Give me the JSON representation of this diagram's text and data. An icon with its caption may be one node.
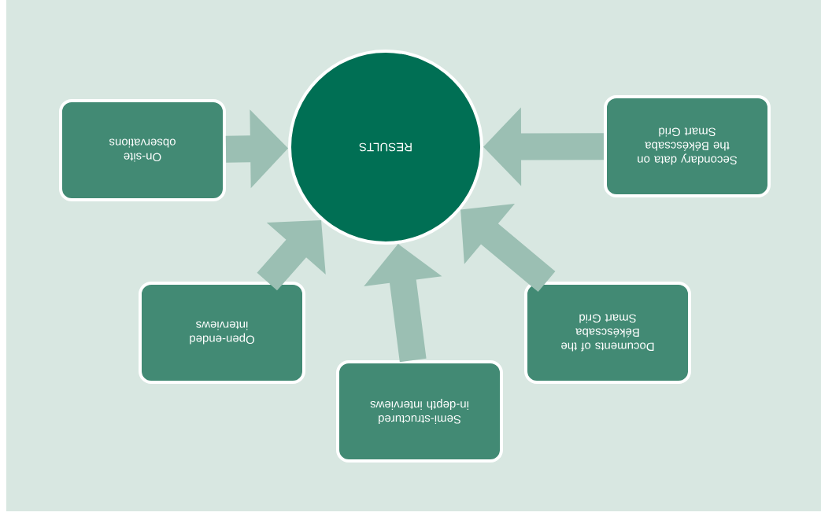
{
  "diagram": {
    "nodes": [
      {
        "text": [
          "RESULTS"
        ]
      },
      {
        "text": [
          "On-site observations"
        ]
      },
      {
        "text": [
          "Secondary data on the Békéscsaba Smart Grid"
        ]
      },
      {
        "text": [
          "Open-ended interviews"
        ]
      },
      {
        "text": [
          "Documents of the Békéscsaba Smart Grid"
        ]
      },
      {
        "text": [
          "Semi-structured in-depth interviews"
        ]
      }
    ],
    "edges": [
      {
        "from": 1,
        "to": 0,
        "arrow": "to"
      },
      {
        "from": 2,
        "to": 0,
        "arrow": "to"
      },
      {
        "from": 3,
        "to": 0,
        "arrow": "to"
      },
      {
        "from": 4,
        "to": 0,
        "arrow": "to"
      },
      {
        "from": 5,
        "to": 0,
        "arrow": "to"
      }
    ]
  }
}
